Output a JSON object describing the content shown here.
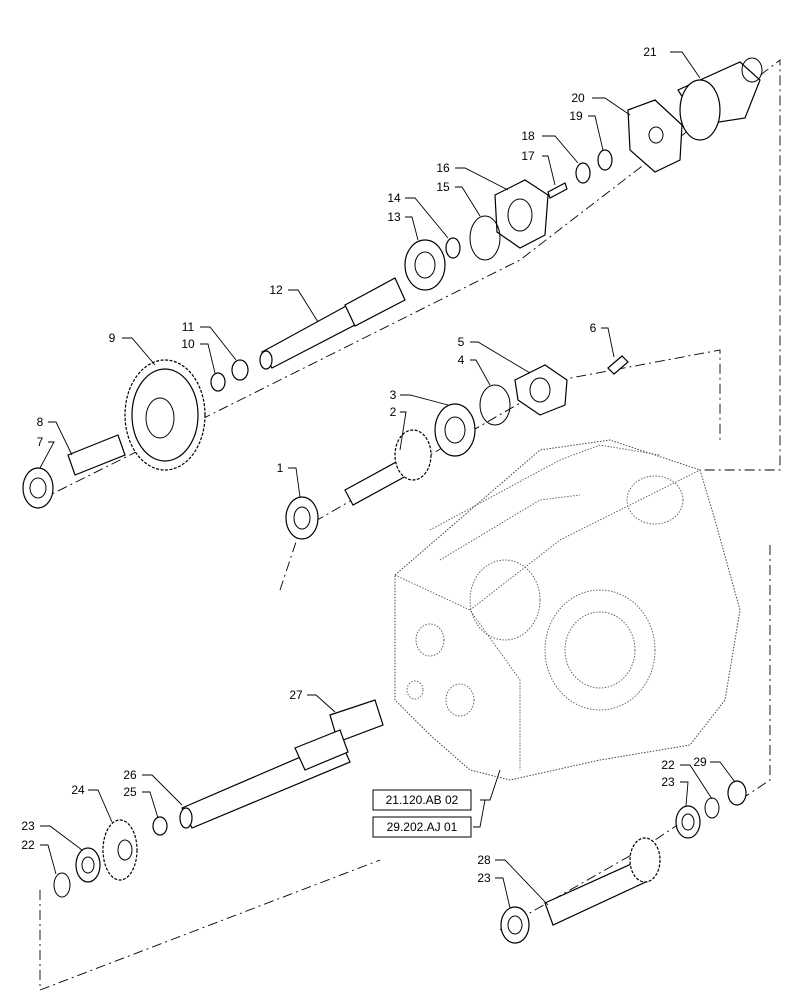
{
  "diagram": {
    "callouts": [
      {
        "id": "c1",
        "label": "1"
      },
      {
        "id": "c2",
        "label": "2"
      },
      {
        "id": "c3",
        "label": "3"
      },
      {
        "id": "c4",
        "label": "4"
      },
      {
        "id": "c5",
        "label": "5"
      },
      {
        "id": "c6",
        "label": "6"
      },
      {
        "id": "c7",
        "label": "7"
      },
      {
        "id": "c8",
        "label": "8"
      },
      {
        "id": "c9",
        "label": "9"
      },
      {
        "id": "c10",
        "label": "10"
      },
      {
        "id": "c11",
        "label": "11"
      },
      {
        "id": "c12",
        "label": "12"
      },
      {
        "id": "c13",
        "label": "13"
      },
      {
        "id": "c14",
        "label": "14"
      },
      {
        "id": "c15",
        "label": "15"
      },
      {
        "id": "c16",
        "label": "16"
      },
      {
        "id": "c17",
        "label": "17"
      },
      {
        "id": "c18",
        "label": "18"
      },
      {
        "id": "c19",
        "label": "19"
      },
      {
        "id": "c20",
        "label": "20"
      },
      {
        "id": "c21",
        "label": "21"
      },
      {
        "id": "c22a",
        "label": "22"
      },
      {
        "id": "c23a",
        "label": "23"
      },
      {
        "id": "c24",
        "label": "24"
      },
      {
        "id": "c25",
        "label": "25"
      },
      {
        "id": "c26",
        "label": "26"
      },
      {
        "id": "c27",
        "label": "27"
      },
      {
        "id": "c22b",
        "label": "22"
      },
      {
        "id": "c23b",
        "label": "23"
      },
      {
        "id": "c29",
        "label": "29"
      },
      {
        "id": "c28",
        "label": "28"
      },
      {
        "id": "c23c",
        "label": "23"
      }
    ],
    "references": [
      "21.120.AB 02",
      "29.202.AJ 01"
    ]
  }
}
